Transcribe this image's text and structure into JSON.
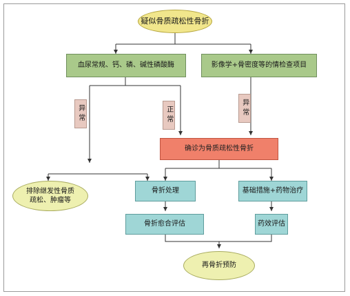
{
  "nodes": {
    "start": "疑似骨质疏松性骨折",
    "blood_test": "血尿常规、钙、磷、碱性磷酸酶",
    "imaging": "影像学+骨密度等的情检查项目",
    "diagnosis": "确诊为骨质疏松性骨折",
    "exclude": "排除继发性骨质\n疏松、肿瘤等",
    "fracture_treatment": "骨折处理",
    "basic_drug": "基础措施+药物治疗",
    "healing_eval": "骨折愈合评估",
    "drug_eval": "药效评估",
    "prevention": "再骨折预防"
  },
  "labels": {
    "abnormal_left": "异常",
    "normal": "正常",
    "abnormal_right": "异常"
  },
  "colors": {
    "oval": "#f1e68c",
    "green": "#a9c98a",
    "teal": "#9fd6d6",
    "red": "#f0806a",
    "label": "#e8c9c0",
    "line": "#333333"
  }
}
